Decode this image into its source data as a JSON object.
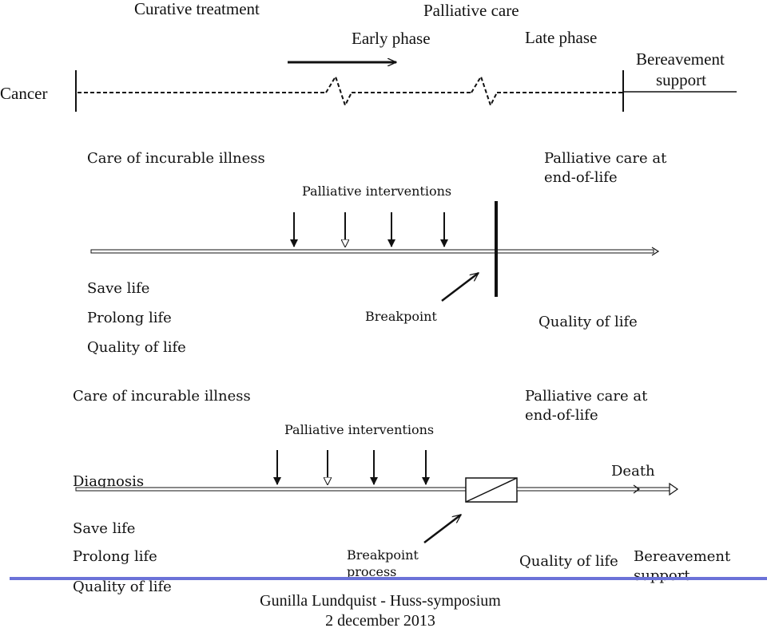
{
  "top": {
    "curative_treatment": "Curative treatment",
    "palliative_care": "Palliative care",
    "early_phase": "Early phase",
    "late_phase": "Late phase",
    "bereavement_line1": "Bereavement",
    "bereavement_line2": "support",
    "cancer": "Cancer"
  },
  "middle": {
    "care_incurable": "Care of incurable illness",
    "palliative_interventions": "Palliative interventions",
    "palliative_end_line1": "Palliative care at",
    "palliative_end_line2": "end-of-life",
    "goals": [
      "Save life",
      "Prolong life",
      "Quality of life"
    ],
    "breakpoint": "Breakpoint",
    "quality_of_life": "Quality of life"
  },
  "bottom": {
    "care_incurable": "Care of incurable illness",
    "palliative_interventions": "Palliative interventions",
    "palliative_end_line1": "Palliative care at",
    "palliative_end_line2": "end-of-life",
    "diagnosis": "Diagnosis",
    "death": "Death",
    "goals": [
      "Save life",
      "Prolong life",
      "Quality of life"
    ],
    "breakpoint_line1": "Breakpoint",
    "breakpoint_line2": "process",
    "quality_of_life": "Quality of life",
    "bereavement_line1": "Bereavement",
    "bereavement_line2": "support"
  },
  "footer": {
    "line1": "Gunilla Lundquist - Huss-symposium",
    "line2": "2 december 2013"
  },
  "colors": {
    "ink": "#111111",
    "footer_rule": "#6b72d8"
  }
}
